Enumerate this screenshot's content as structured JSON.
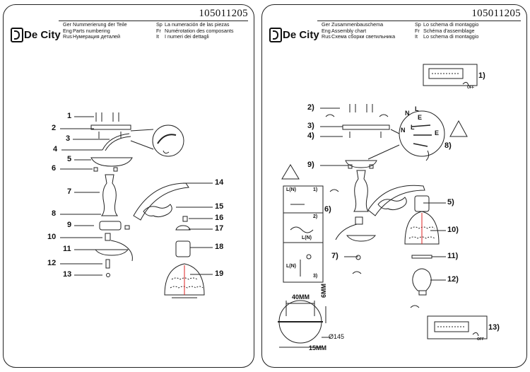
{
  "product_code": "105011205",
  "brand": "De City",
  "left_sheet": {
    "header": [
      {
        "c1": "Ger",
        "t1": "Nummerierung der Teile",
        "c2": "Sp",
        "t2": "La numeración de las piezas"
      },
      {
        "c1": "Eng",
        "t1": "Parts numbering",
        "c2": "Fr",
        "t2": "Numérotation des composants"
      },
      {
        "c1": "Rus",
        "t1": "Нумерация деталей",
        "c2": "It",
        "t2": "I numeri dei dettagli"
      }
    ],
    "part_labels": [
      "1",
      "2",
      "3",
      "4",
      "5",
      "6",
      "7",
      "8",
      "9",
      "10",
      "11",
      "12",
      "13",
      "14",
      "15",
      "16",
      "17",
      "18",
      "19"
    ]
  },
  "right_sheet": {
    "header": [
      {
        "c1": "Ger",
        "t1": "Zusammenbauschema",
        "c2": "Sp",
        "t2": "Lo schema di montaggio"
      },
      {
        "c1": "Eng",
        "t1": "Assembly chart",
        "c2": "Fr",
        "t2": "Schéma d'assemblage"
      },
      {
        "c1": "Rus",
        "t1": "Схема сборки светильника",
        "c2": "It",
        "t2": "Lo schema di montaggio"
      }
    ],
    "step_labels": [
      "1)",
      "2)",
      "3)",
      "4)",
      "5)",
      "6)",
      "7)",
      "8)",
      "9)",
      "10)",
      "11)",
      "12)",
      "13)"
    ],
    "wiring_letters": {
      "n": "N",
      "l": "L",
      "e": "E"
    },
    "panel_codes": [
      "L(N)",
      "1)",
      "2)",
      "L(N)",
      "L(N)",
      "3)"
    ],
    "off_label": "OFF",
    "dimensions": {
      "width": "40MM",
      "height": "6MM",
      "diameter": "Ø145",
      "depth": "15MM"
    }
  }
}
